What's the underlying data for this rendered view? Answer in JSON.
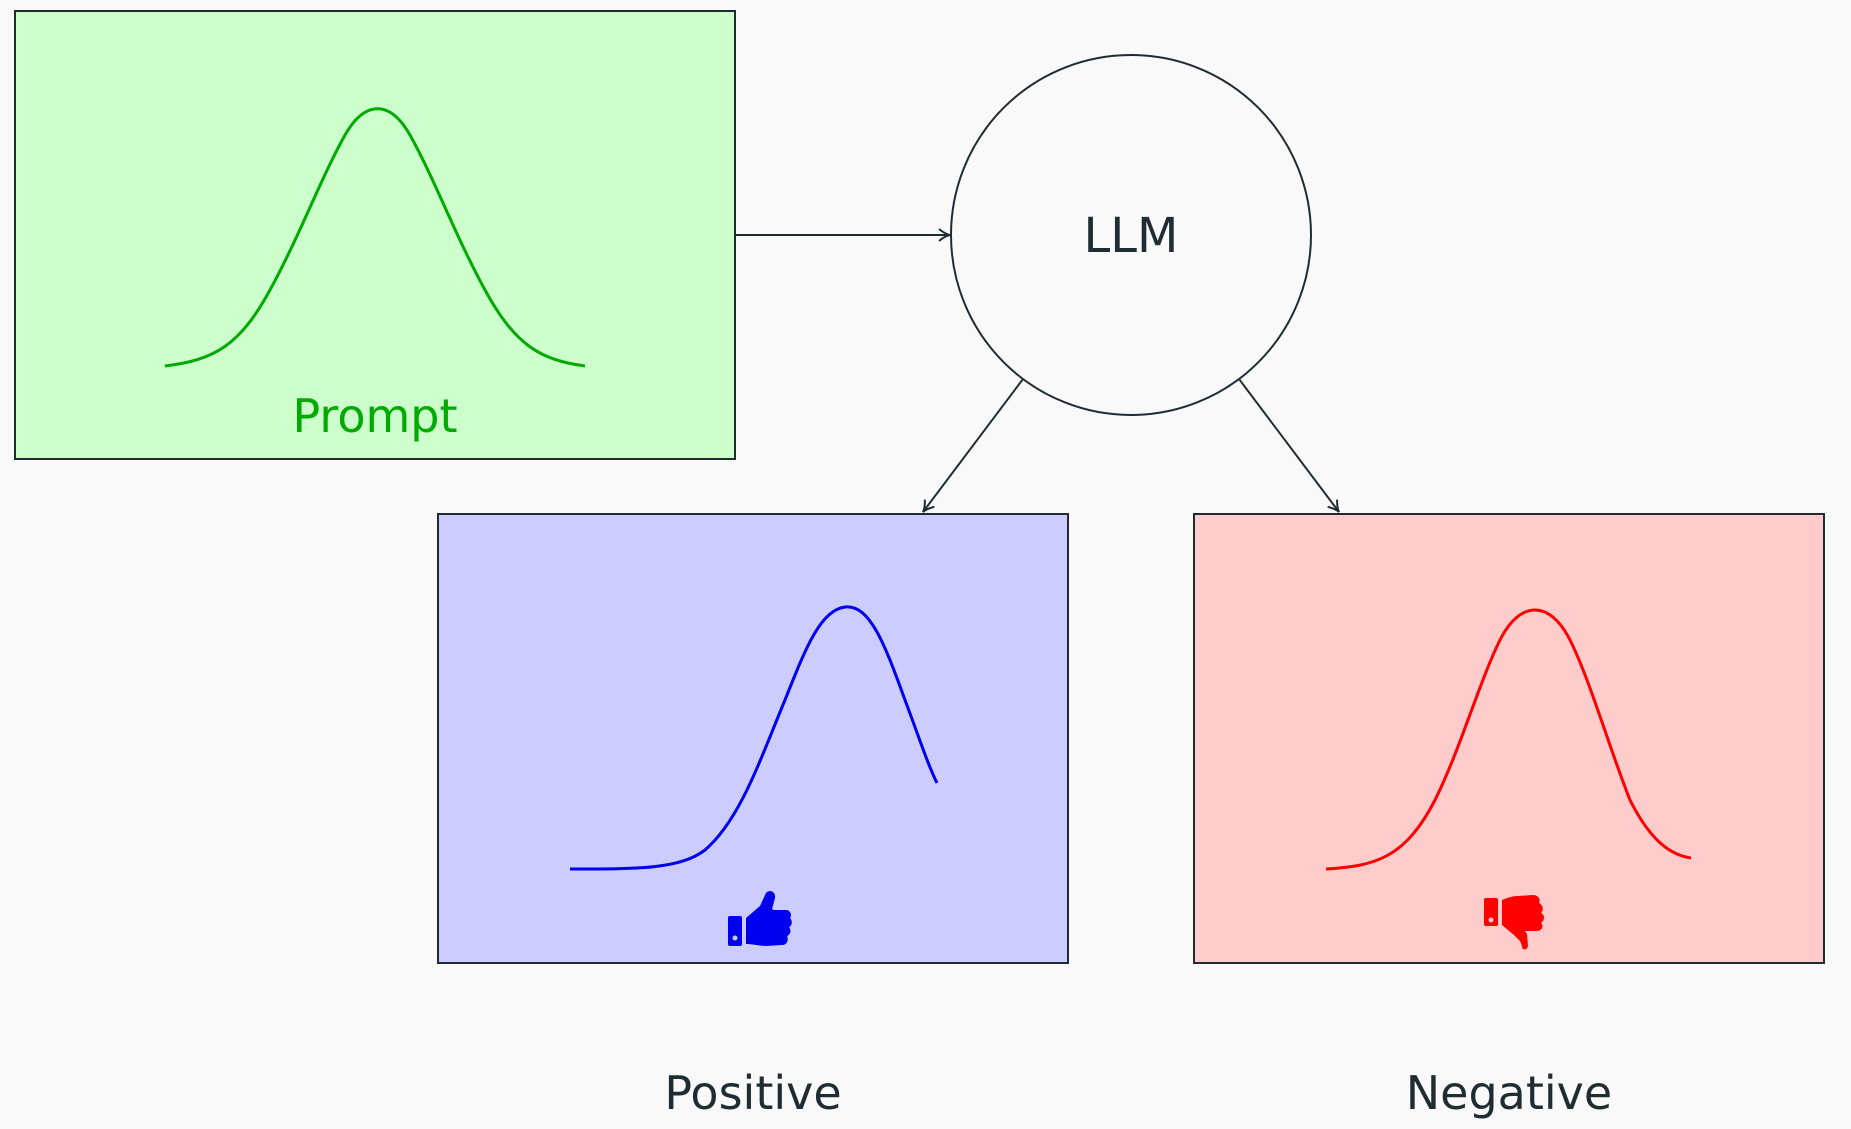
{
  "nodes": {
    "prompt": {
      "label": "Prompt",
      "color": "#00aa00",
      "fill": "#ccffcc"
    },
    "llm": {
      "label": "LLM"
    },
    "positive": {
      "label": "Positive",
      "color": "#0000ee",
      "fill": "#ccccff",
      "icon": "thumbs-up-icon"
    },
    "negative": {
      "label": "Negative",
      "color": "#ff0000",
      "fill": "#ffcccc",
      "icon": "thumbs-down-icon"
    }
  },
  "edges": [
    {
      "from": "prompt",
      "to": "llm"
    },
    {
      "from": "llm",
      "to": "positive"
    },
    {
      "from": "llm",
      "to": "negative"
    }
  ],
  "colors": {
    "background": "#f9f9f9",
    "stroke": "#1f2d33",
    "text": "#1f2d33"
  }
}
